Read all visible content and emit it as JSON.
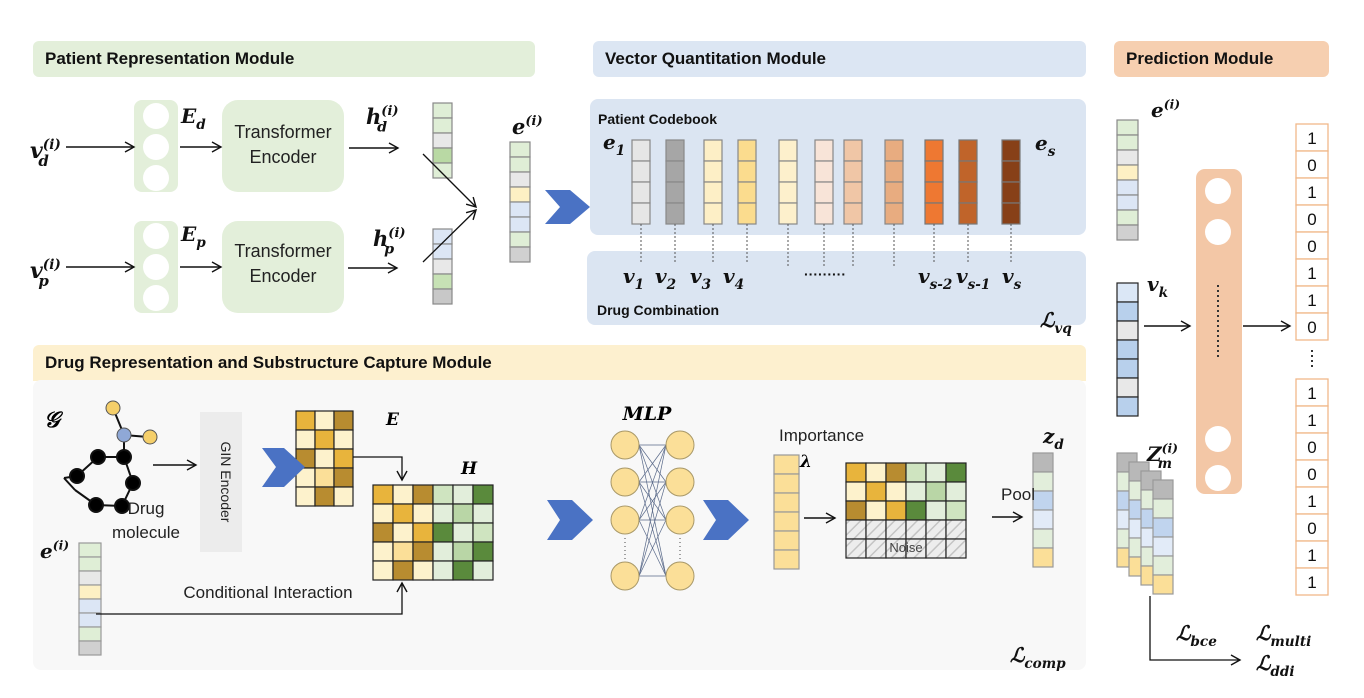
{
  "modules": {
    "patient": {
      "title": "Patient Representation Module"
    },
    "vq": {
      "title": "Vector Quantitation Module",
      "codebook_label": "Patient Codebook",
      "drug_combination_label": "Drug Combination"
    },
    "prediction": {
      "title": "Prediction Module"
    },
    "drug": {
      "title": "Drug Representation and Substructure Capture Module"
    }
  },
  "patient_module": {
    "inputs": [
      {
        "symbol": "v",
        "sub": "d",
        "sup": "(i)"
      },
      {
        "symbol": "v",
        "sub": "p",
        "sup": "(i)"
      }
    ],
    "embeddings": [
      {
        "symbol": "E",
        "sub": "d"
      },
      {
        "symbol": "E",
        "sub": "p"
      }
    ],
    "encoders": [
      {
        "line1": "Transformer",
        "line2": "Encoder"
      },
      {
        "line1": "Transformer",
        "line2": "Encoder"
      }
    ],
    "hidden": [
      {
        "symbol": "h",
        "sub": "d",
        "sup": "(i)",
        "cells": [
          "#dfeed6",
          "#dfeed6",
          "#e8e8e8",
          "#b9d9a4",
          "#dfeed6"
        ]
      },
      {
        "symbol": "h",
        "sub": "p",
        "sup": "(i)",
        "cells": [
          "#dce6f5",
          "#dce6f5",
          "#e8e8e8",
          "#c7e2b5",
          "#c8c8c8"
        ]
      }
    ],
    "patient_embedding": {
      "symbol": "e",
      "sup": "(i)",
      "cells": [
        "#dfeed6",
        "#dfeed6",
        "#e8e8e8",
        "#fdf0c4",
        "#dce6f5",
        "#dce6f5",
        "#dfeed6",
        "#d0d0d0"
      ]
    }
  },
  "vq_module": {
    "first_code": {
      "symbol": "e",
      "sub": "1"
    },
    "last_code": {
      "symbol": "e",
      "sub": "s"
    },
    "codebook_colors": [
      "#e6e6e6",
      "#a6a6a6",
      "#fdefc6",
      "#fbdc8e",
      "#fdf0cc",
      "#f8e4d8",
      "#f0c6a6",
      "#e8ac80",
      "#ee7832",
      "#c0642a",
      "#874018"
    ],
    "drug_labels": [
      {
        "symbol": "v",
        "sub": "1"
      },
      {
        "symbol": "v",
        "sub": "2"
      },
      {
        "symbol": "v",
        "sub": "3"
      },
      {
        "symbol": "v",
        "sub": "4"
      },
      {
        "symbol": "v",
        "sub": "s-2"
      },
      {
        "symbol": "v",
        "sub": "s-1"
      },
      {
        "symbol": "v",
        "sub": "s"
      }
    ],
    "ellipsis": "·········",
    "loss": {
      "symbol": "ℒ",
      "sub": "vq"
    }
  },
  "prediction_module": {
    "patient_embedding": {
      "symbol": "e",
      "sup": "(i)"
    },
    "drug_vector": {
      "symbol": "v",
      "sub": "k",
      "cells": [
        "#dbe7f6",
        "#b8d0ec",
        "#e8e8e8",
        "#b8d0ec",
        "#b8d0ec",
        "#e8e8e8",
        "#b8d0ec"
      ]
    },
    "outputs_top": [
      "1",
      "0",
      "1",
      "0",
      "0",
      "1",
      "1",
      "0"
    ],
    "outputs_bottom": [
      "1",
      "1",
      "0",
      "0",
      "1",
      "0",
      "1",
      "1"
    ],
    "substructure": {
      "symbol": "Z",
      "sub": "m",
      "sup": "(i)"
    },
    "losses": [
      {
        "symbol": "ℒ",
        "sub": "bce"
      },
      {
        "symbol": "ℒ",
        "sub": "multi"
      },
      {
        "symbol": "ℒ",
        "sub": "ddi"
      }
    ]
  },
  "drug_module": {
    "graph_symbol": "𝒢",
    "molecule_label_line1": "Drug",
    "molecule_label_line2": "molecule",
    "gin_label": "GIN Encoder",
    "matrix_E": "E",
    "matrix_H": "H",
    "E_cells": [
      [
        "#e8b43c",
        "#fdf2cc",
        "#b88c30"
      ],
      [
        "#fdf2cc",
        "#e8b43c",
        "#fdf2cc"
      ],
      [
        "#b88c30",
        "#fdf2cc",
        "#e8b43c"
      ],
      [
        "#fdf2cc",
        "#fbdf98",
        "#b88c30"
      ],
      [
        "#fdf2cc",
        "#b88c30",
        "#fdf2cc"
      ]
    ],
    "H_cells": [
      [
        "#e8b43c",
        "#fdf2cc",
        "#b88c30",
        "#cfe4c0",
        "#e2eedb",
        "#5a8a3c"
      ],
      [
        "#fdf2cc",
        "#e8b43c",
        "#fdf2cc",
        "#e2eedb",
        "#b9d6a6",
        "#e2eedb"
      ],
      [
        "#b88c30",
        "#fdf2cc",
        "#e8b43c",
        "#5a8a3c",
        "#e2eedb",
        "#cfe4c0"
      ],
      [
        "#fdf2cc",
        "#fbdf98",
        "#b88c30",
        "#e2eedb",
        "#b9d6a6",
        "#5a8a3c"
      ],
      [
        "#fdf2cc",
        "#b88c30",
        "#fdf2cc",
        "#e2eedb",
        "#5a8a3c",
        "#e2eedb"
      ]
    ],
    "conditional_label": "Conditional Interaction",
    "mlp_label": "MLP",
    "importance_label": "Importance",
    "lambda": "λ",
    "noise_label": "Noise",
    "pool_label": "Pool",
    "zd": {
      "symbol": "z",
      "sub": "d",
      "cells": [
        "#b8b8b8",
        "#e2eedb",
        "#c0d4ee",
        "#e2ebf8",
        "#e2eedb",
        "#fbdf98"
      ]
    },
    "loss": {
      "symbol": "ℒ",
      "sub": "comp"
    }
  },
  "colors": {
    "patient_header_bg": "#e3efda",
    "vq_header_bg": "#dce6f3",
    "prediction_header_bg": "#f6cfb0",
    "drug_header_bg": "#fdf0cf",
    "arrow_blue": "#4a72c4",
    "peach": "#f3c7a6"
  }
}
